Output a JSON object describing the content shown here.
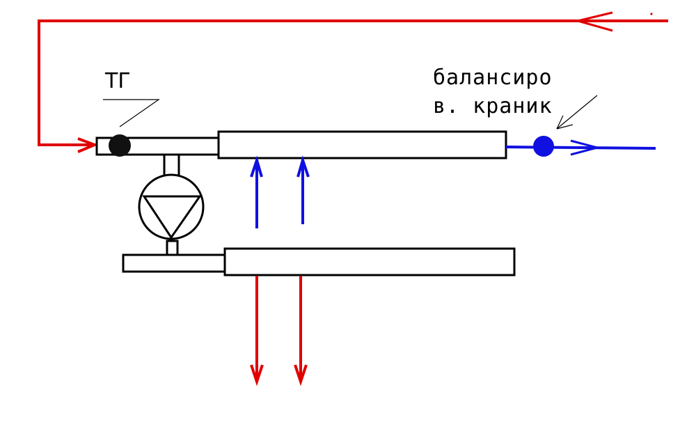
{
  "labels": {
    "thermo_head": "ТГ",
    "balancing_valve_line1": "балансиро",
    "balancing_valve_line2": "в. краник"
  },
  "colors": {
    "supply": "#e00000",
    "return": "#1010e0",
    "outline": "#000000",
    "background": "#ffffff"
  },
  "icons": {
    "pump": "circulation-pump-icon",
    "thermo_head": "thermo-head-icon",
    "balancing_valve": "balancing-valve-icon"
  }
}
